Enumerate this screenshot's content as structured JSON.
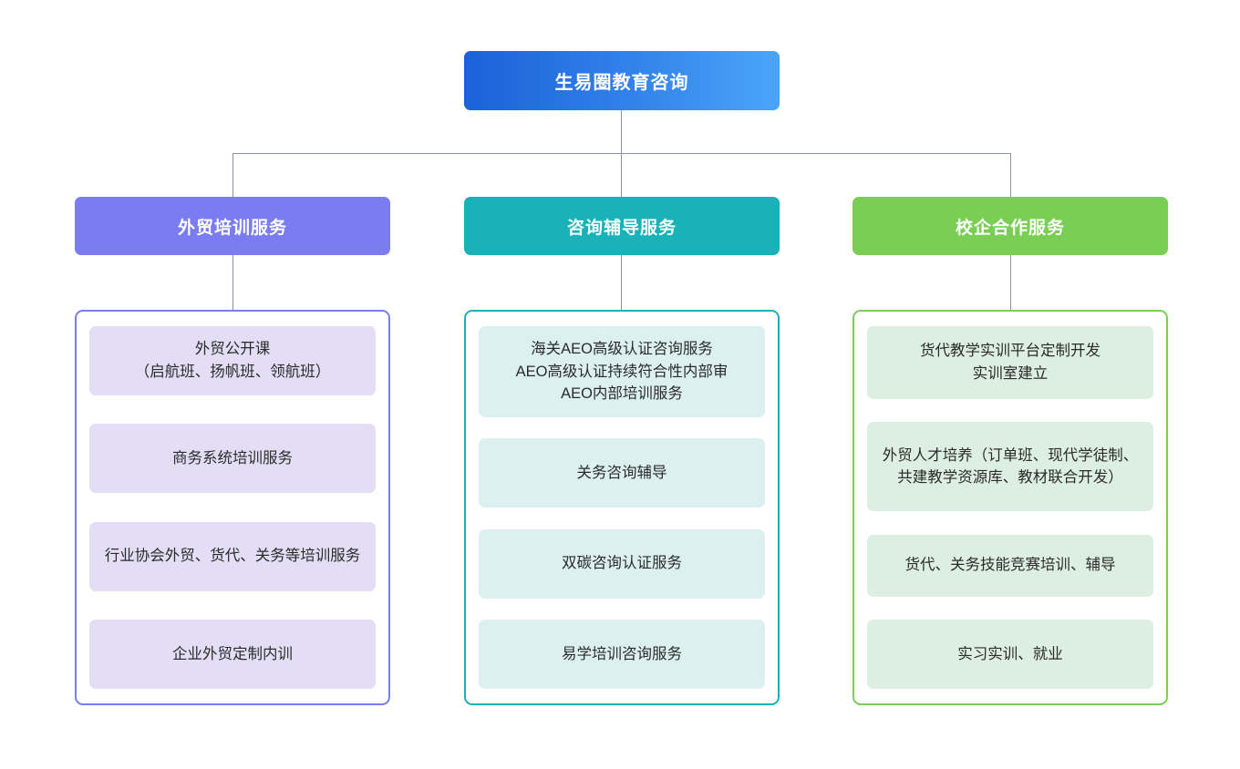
{
  "diagram": {
    "root": {
      "label": "生易圈教育咨询",
      "color_start": "#1a62d8",
      "color_end": "#4aa5f8"
    },
    "connector_color": "#8a94a6",
    "branches": [
      {
        "key": "training",
        "header": "外贸培训服务",
        "header_color": "#7b7cf0",
        "border_color": "#7b7cf0",
        "item_bg": "#e3def6",
        "items": [
          "外贸公开课\n（启航班、扬帆班、领航班）",
          "商务系统培训服务",
          "行业协会外贸、货代、关务等培训服务",
          "企业外贸定制内训"
        ]
      },
      {
        "key": "consulting",
        "header": "咨询辅导服务",
        "header_color": "#19b2b8",
        "border_color": "#19b2b8",
        "item_bg": "#dcf0f2",
        "items": [
          "海关AEO高级认证咨询服务\nAEO高级认证持续符合性内部审\nAEO内部培训服务",
          "关务咨询辅导",
          "双碳咨询认证服务",
          "易学培训咨询服务"
        ]
      },
      {
        "key": "school-enterprise",
        "header": "校企合作服务",
        "header_color": "#7ace54",
        "border_color": "#7ace54",
        "item_bg": "#dcefe0",
        "items": [
          "货代教学实训平台定制开发\n实训室建立",
          "外贸人才培养（订单班、现代学徒制、共建教学资源库、教材联合开发）",
          "货代、关务技能竞赛培训、辅导",
          "实习实训、就业"
        ]
      }
    ]
  }
}
